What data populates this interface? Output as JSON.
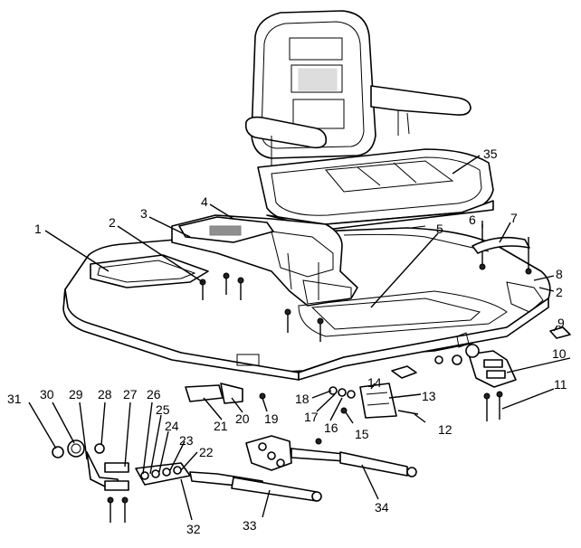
{
  "callouts": {
    "c1": "1",
    "c2a": "2",
    "c2b": "2",
    "c3": "3",
    "c4": "4",
    "c5": "5",
    "c6": "6",
    "c7": "7",
    "c8": "8",
    "c9": "9",
    "c10": "10",
    "c11": "11",
    "c12": "12",
    "c13": "13",
    "c14": "14",
    "c15": "15",
    "c16": "16",
    "c17": "17",
    "c18": "18",
    "c19": "19",
    "c20": "20",
    "c21": "21",
    "c22": "22",
    "c23": "23",
    "c24": "24",
    "c25": "25",
    "c26": "26",
    "c27": "27",
    "c28": "28",
    "c29": "29",
    "c30": "30",
    "c31": "31",
    "c32": "32",
    "c33": "33",
    "c34": "34",
    "c35": "35"
  }
}
